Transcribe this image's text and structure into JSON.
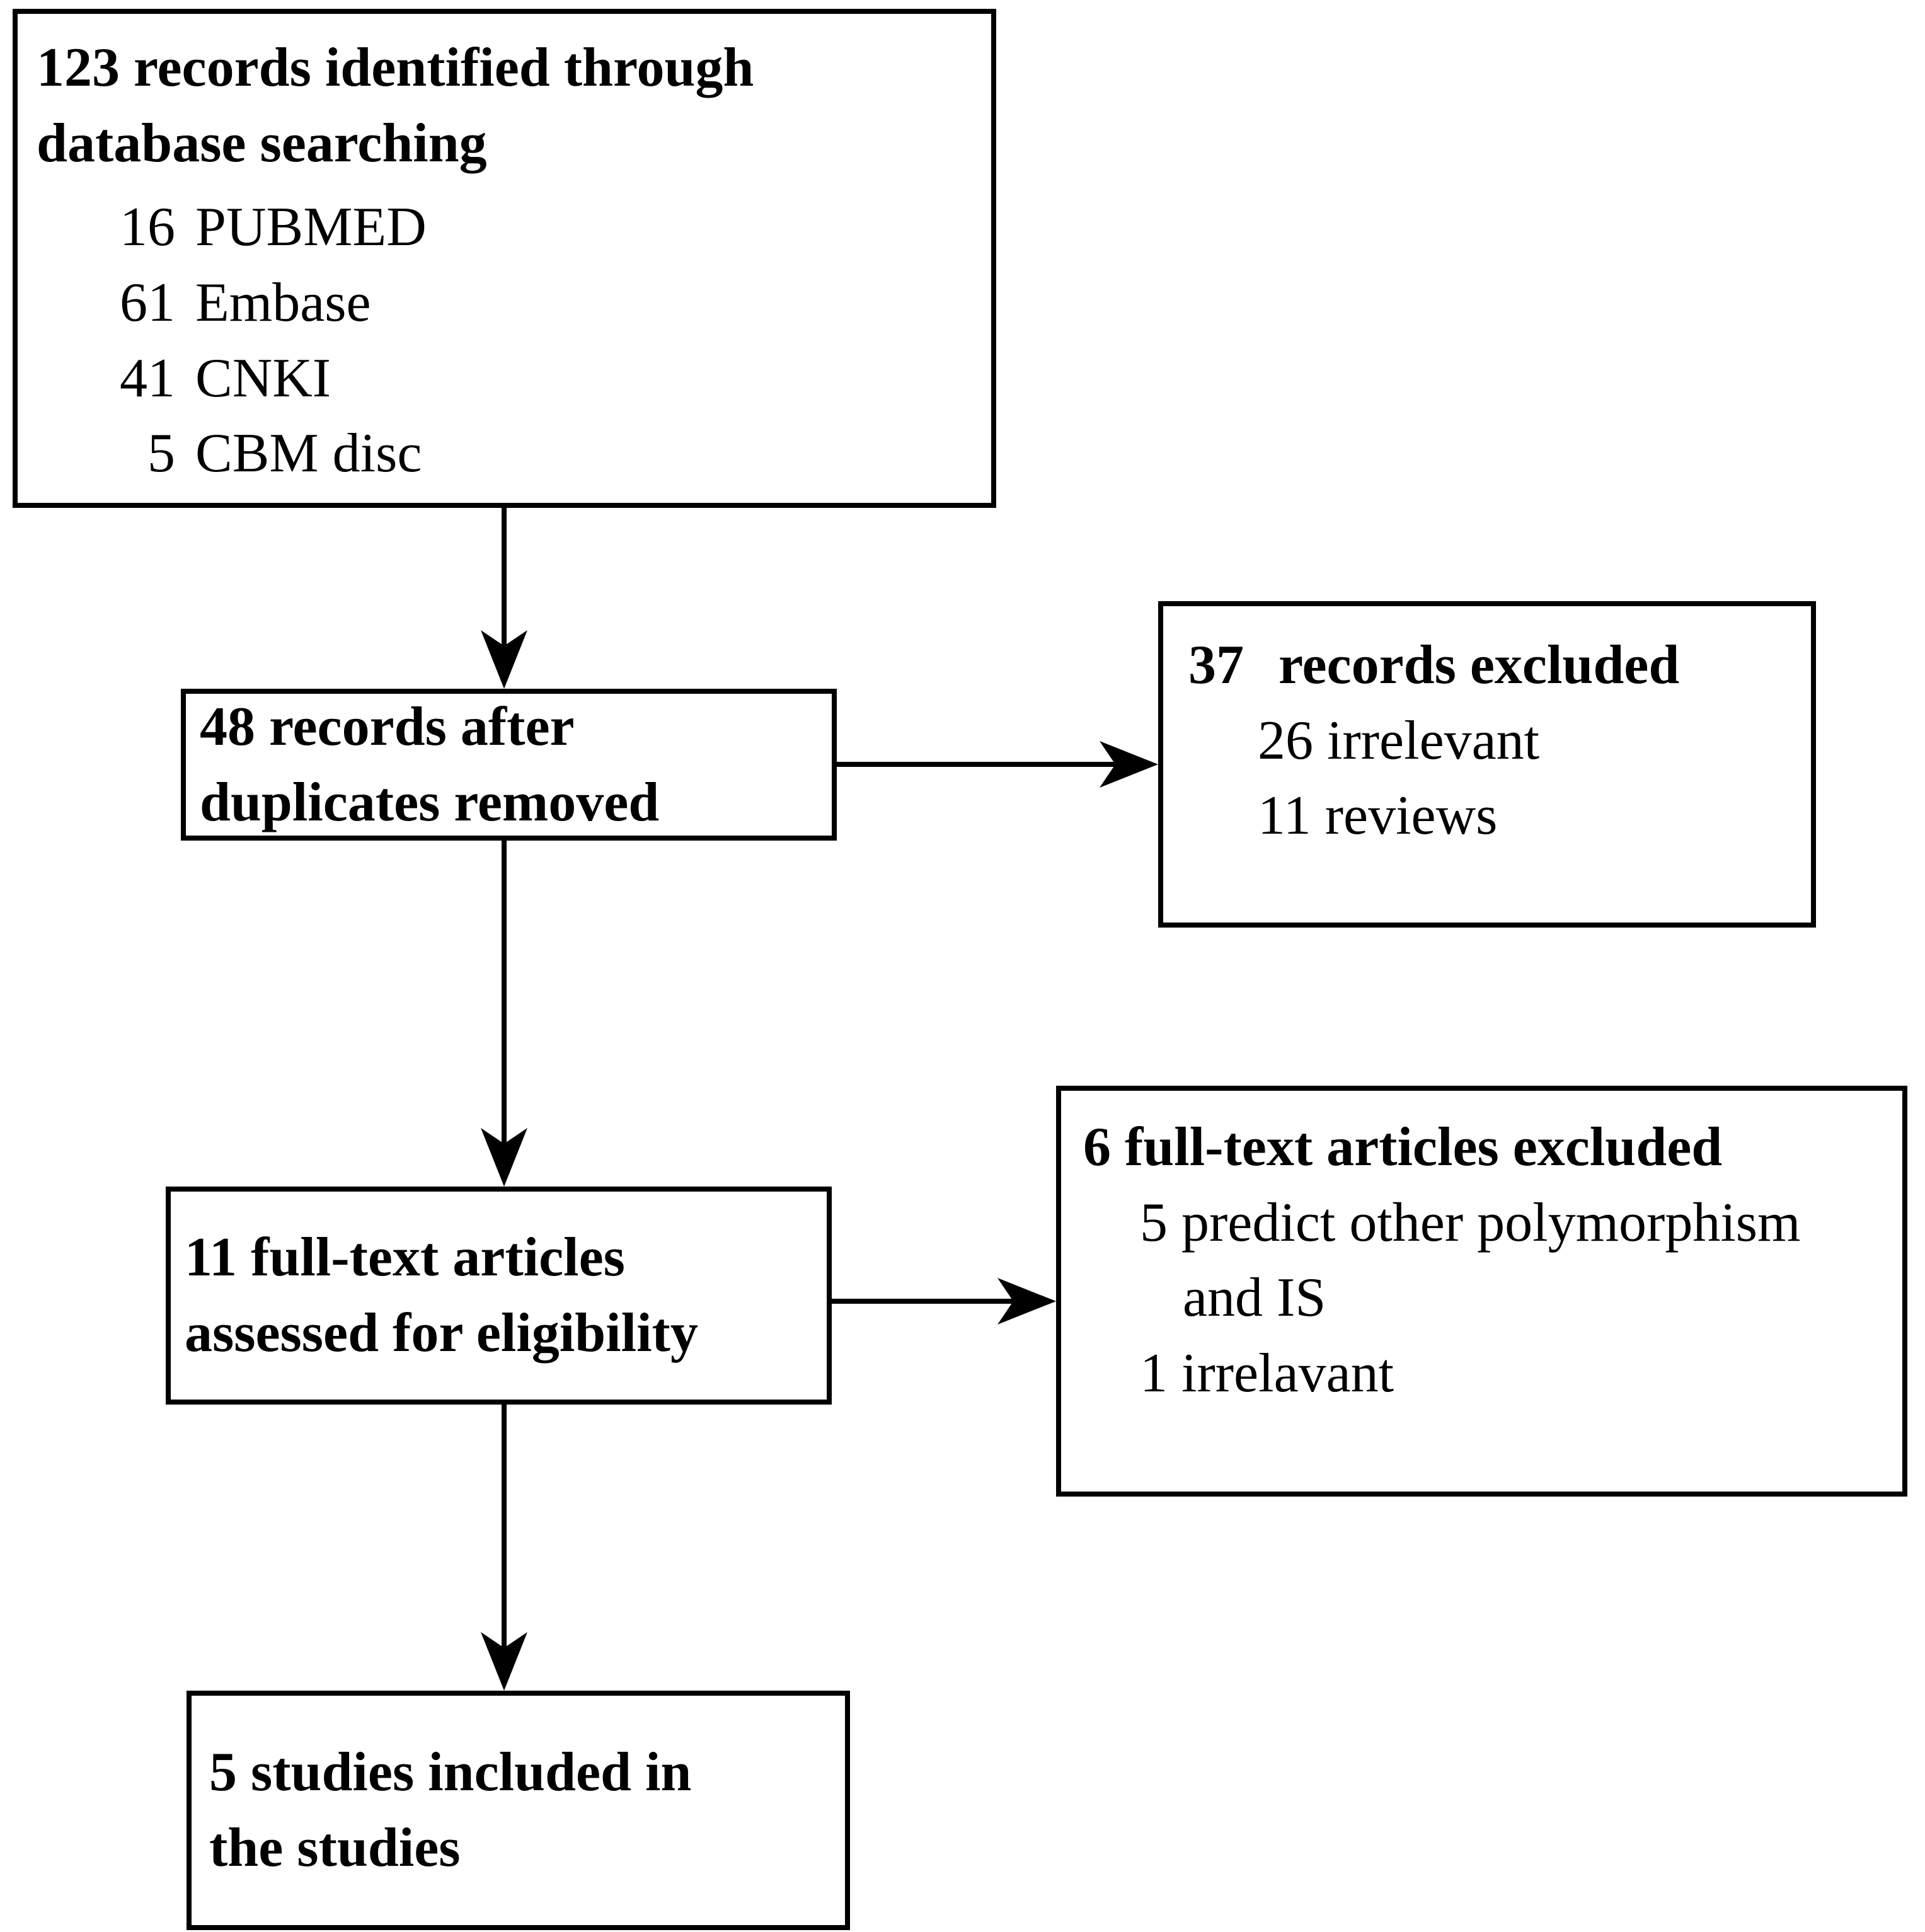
{
  "figure": {
    "background": "#ffffff",
    "line_color": "#000000",
    "boxes": {
      "identification": {
        "title_lines": [
          "123 records identified through",
          "database searching"
        ],
        "sources": [
          {
            "count": "16",
            "name": "PUBMED"
          },
          {
            "count": "61",
            "name": "Embase"
          },
          {
            "count": "41",
            "name": "CNKI"
          },
          {
            "count": "5",
            "name": "CBM disc"
          }
        ]
      },
      "deduplication": {
        "lines": [
          "48 records after",
          "duplicates removed"
        ]
      },
      "records_excluded": {
        "count": "37",
        "label": "records excluded",
        "reasons": [
          "26 irrelevant",
          "11 reviews"
        ]
      },
      "eligibility": {
        "lines": [
          "11 full-text articles",
          "assessed for eligibility"
        ]
      },
      "fulltext_excluded": {
        "title": "6 full-text articles excluded",
        "reasons": [
          {
            "text": "5 predict other polymorphism"
          },
          {
            "text": "and IS"
          },
          {
            "text": "1 irrelavant"
          }
        ]
      },
      "included": {
        "lines": [
          "5 studies included in",
          "the studies"
        ]
      }
    }
  }
}
